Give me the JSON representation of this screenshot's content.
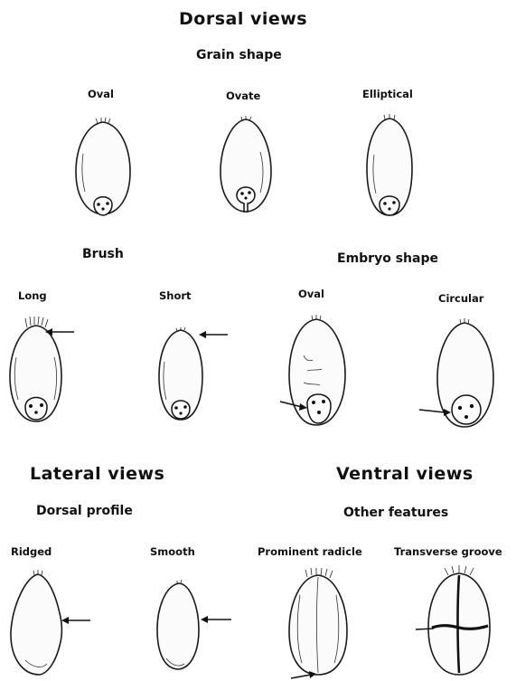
{
  "dorsal": {
    "title": "Dorsal views",
    "grain_shape": {
      "heading": "Grain shape",
      "items": [
        "Oval",
        "Ovate",
        "Elliptical"
      ]
    },
    "brush": {
      "heading": "Brush",
      "items": [
        "Long",
        "Short"
      ]
    },
    "embryo_shape": {
      "heading": "Embryo shape",
      "items": [
        "Oval",
        "Circular"
      ]
    }
  },
  "lateral": {
    "title": "Lateral views",
    "dorsal_profile": {
      "heading": "Dorsal profile",
      "items": [
        "Ridged",
        "Smooth"
      ]
    }
  },
  "ventral": {
    "title": "Ventral views",
    "other_features": {
      "heading": "Other features",
      "items": [
        "Prominent radicle",
        "Transverse groove"
      ]
    }
  }
}
